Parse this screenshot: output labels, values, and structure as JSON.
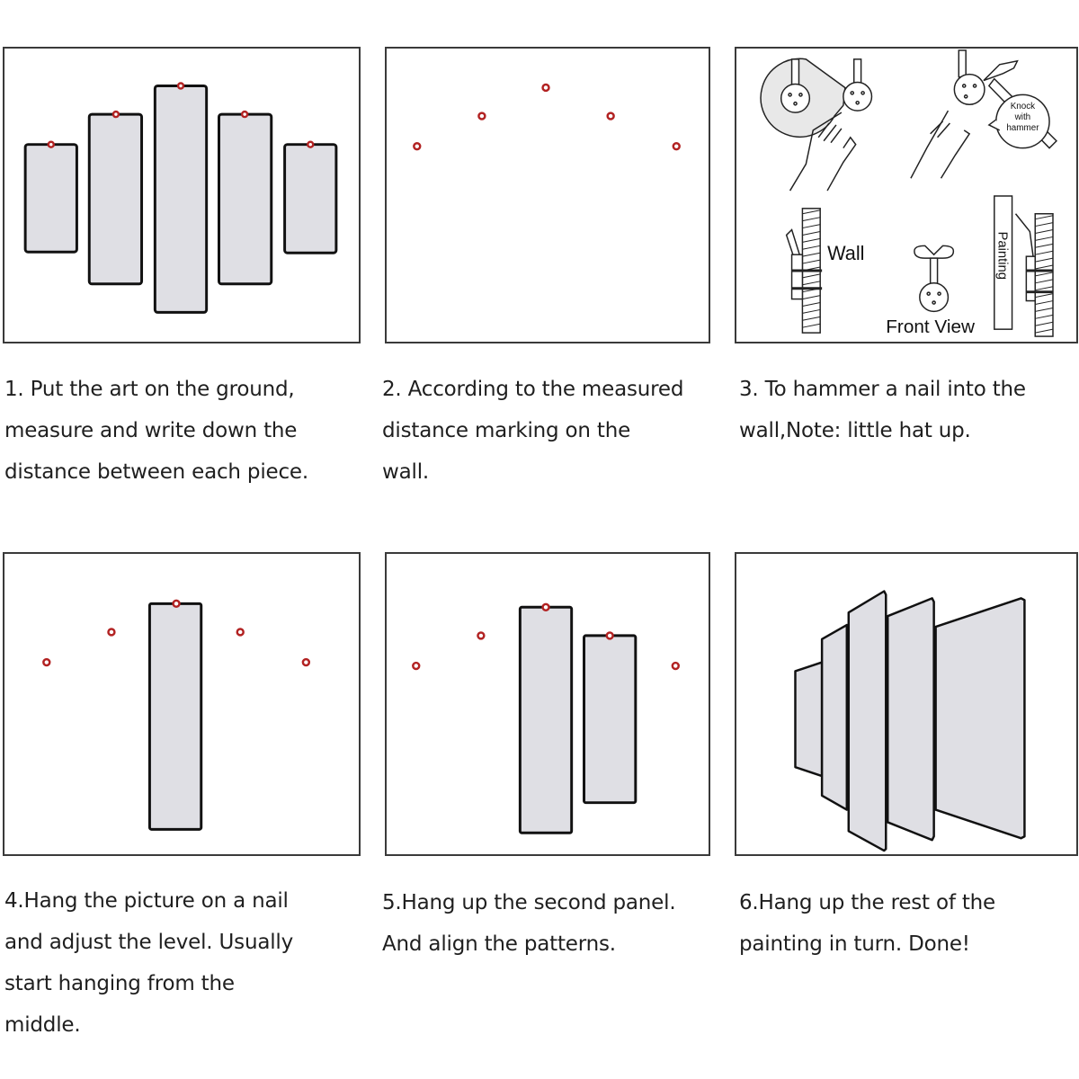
{
  "steps": [
    {
      "number": 1,
      "lines": [
        "1. Put the art on the ground,",
        "measure and write down the",
        "distance between each piece."
      ]
    },
    {
      "number": 2,
      "lines": [
        "2. According to the measured",
        "distance marking on the",
        "wall."
      ]
    },
    {
      "number": 3,
      "lines": [
        "3. To hammer a nail into the",
        "wall,Note: little hat up."
      ]
    },
    {
      "number": 4,
      "lines": [
        "4.Hang the picture on a nail",
        "and adjust the level. Usually",
        "start hanging from the",
        "middle."
      ]
    },
    {
      "number": 5,
      "lines": [
        "5.Hang up the second panel.",
        "And align the patterns."
      ]
    },
    {
      "number": 6,
      "lines": [
        "6.Hang up the rest of the",
        "painting in turn. Done!"
      ]
    }
  ],
  "illustration_labels": {
    "knock_bubble": [
      "Knock",
      "with",
      "hammer"
    ],
    "wall": "Wall",
    "front_view": "Front View",
    "painting": "Painting"
  },
  "colors": {
    "nail_marker": "#b22222",
    "panel_fill": "#dfdfe4",
    "outline": "#111111"
  }
}
